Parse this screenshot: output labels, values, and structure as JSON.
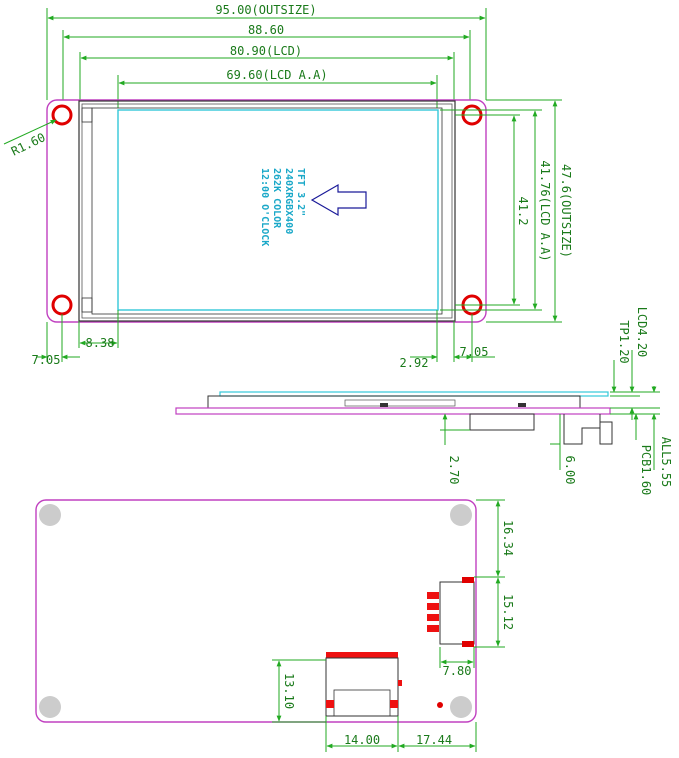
{
  "colors": {
    "dimension": "#22aa22",
    "dimension_text": "#1a7a1a",
    "pcb": "#c040c0",
    "frame": "#333333",
    "active_area": "#33c8d8",
    "hole": "#e00000",
    "arrow": "#1a1a99",
    "pad": "#ee1111"
  },
  "front_view": {
    "dims_horizontal": {
      "outsize": "95.00(OUTSIZE)",
      "frame": "88.60",
      "lcd": "80.90(LCD)",
      "lcd_aa": "69.60(LCD A.A)"
    },
    "dims_vertical": {
      "outsize": "47.6(OUTSIZE)",
      "lcd_aa": "41.76(LCD A.A)",
      "inner": "41.2"
    },
    "radius": "R1.60",
    "bottom_dims": {
      "left_edge": "7.05",
      "left_aa": "8.38",
      "right_aa": "2.92",
      "right_edge": "7.05"
    },
    "spec_lines": [
      "TFT 3.2\"",
      "240XRGBX400",
      "262K COLOR",
      "12:00 O'CLOCK"
    ]
  },
  "side_view": {
    "lcd_thickness": "LCD4.20",
    "tp_thickness": "TP1.20",
    "all_thickness": "ALL5.55",
    "pcb_thickness": "PCB1.60",
    "connector_height": "2.70",
    "header_height": "6.00"
  },
  "back_view": {
    "right_top": "16.34",
    "right_mid": "15.12",
    "connector_width": "7.80",
    "left_height": "13.10",
    "bottom_left": "14.00",
    "bottom_right": "17.44"
  }
}
